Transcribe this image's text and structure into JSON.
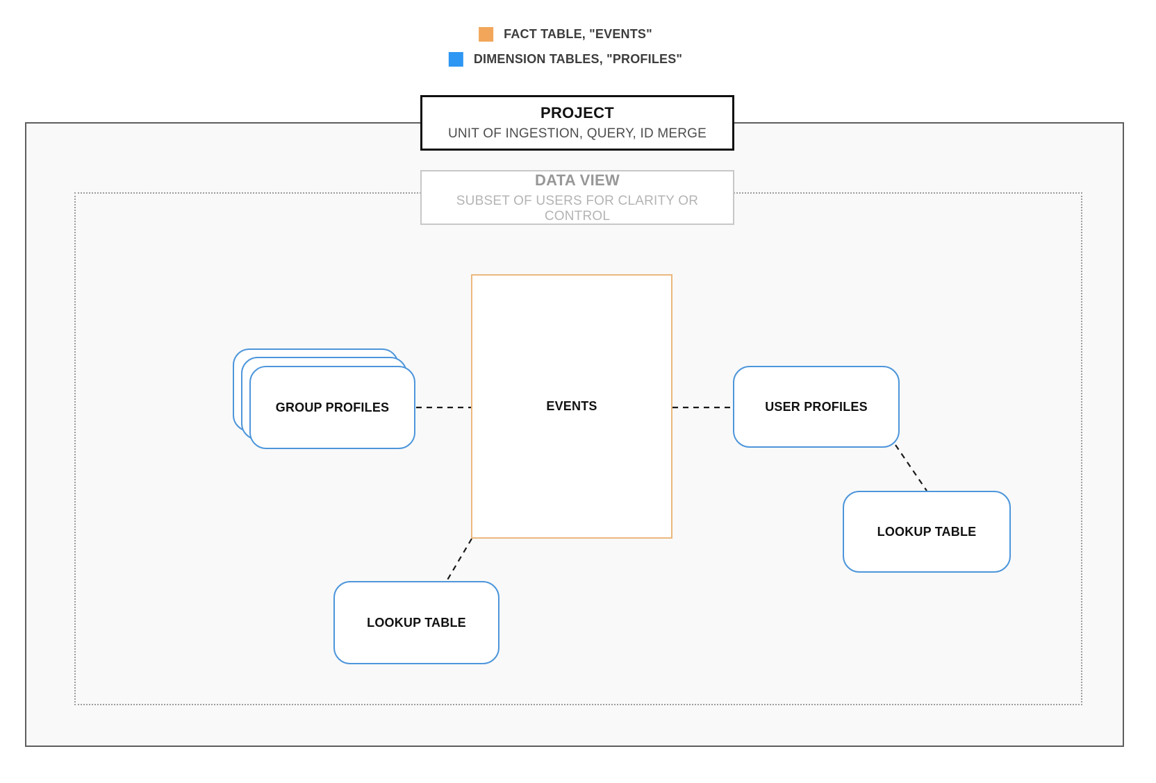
{
  "legend": {
    "items": [
      {
        "name": "fact-table",
        "label": "FACT TABLE, \"EVENTS\"",
        "color": "#f2a65a"
      },
      {
        "name": "dimension-tables",
        "label": "DIMENSION TABLES, \"PROFILES\"",
        "color": "#2e96f3"
      }
    ]
  },
  "project_label": {
    "title": "PROJECT",
    "subtitle": "UNIT OF INGESTION, QUERY, ID MERGE"
  },
  "data_view_label": {
    "title": "DATA VIEW",
    "subtitle": "SUBSET OF USERS FOR CLARITY OR CONTROL"
  },
  "nodes": {
    "events": {
      "label": "EVENTS"
    },
    "group_profiles": {
      "label": "GROUP PROFILES"
    },
    "user_profiles": {
      "label": "USER PROFILES"
    },
    "lookup_table_right": {
      "label": "LOOKUP TABLE"
    },
    "lookup_table_bottom": {
      "label": "LOOKUP TABLE"
    }
  },
  "colors": {
    "fact_border": "#ebb87e",
    "dimension_border": "#4d96db",
    "connector": "#1a1a1a"
  }
}
